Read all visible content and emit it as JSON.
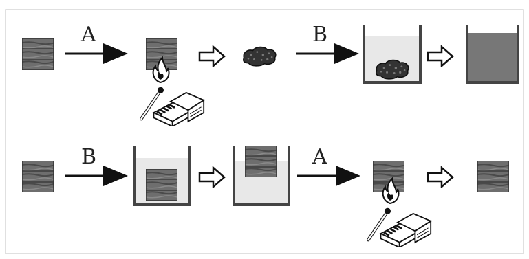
{
  "labels": {
    "row1_arrow1": "A",
    "row1_arrow2": "B",
    "row2_arrow1": "B",
    "row2_arrow2": "A"
  },
  "colors": {
    "wood": "#6b6b6b",
    "wood_dark": "#3d3d3d",
    "ash": "#555555",
    "liquid_light": "#e6e6e6",
    "liquid_dark": "#7a7a7a",
    "container": "#444444",
    "border": "#c8c8c8"
  },
  "icons": [
    "wood-block-icon",
    "matchbox-icon",
    "flame-icon",
    "ash-icon",
    "beaker-icon",
    "hollow-arrow-icon",
    "arrow-icon"
  ]
}
